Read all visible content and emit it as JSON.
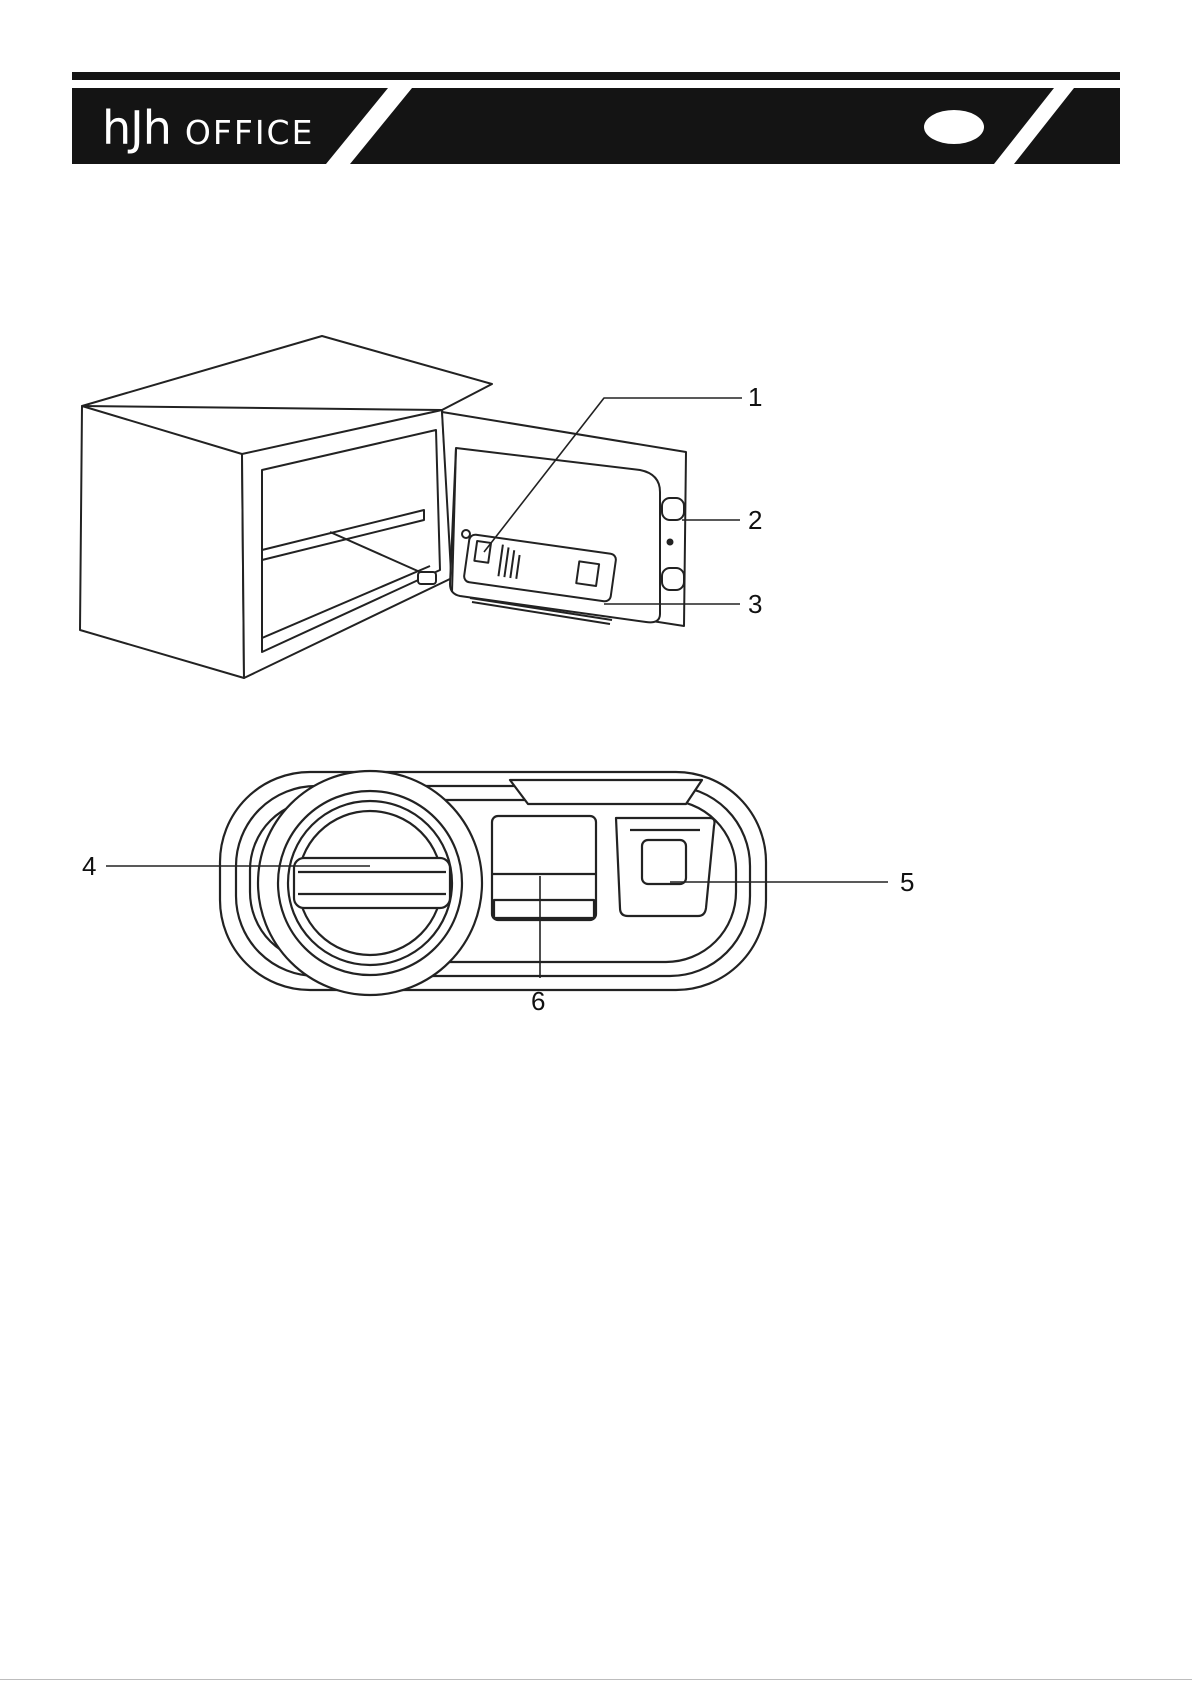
{
  "header": {
    "brand_mark": "hJh",
    "brand_word": "OFFICE"
  },
  "callouts": {
    "c1": "1",
    "c2": "2",
    "c3": "3",
    "c4": "4",
    "c5": "5",
    "c6": "6"
  },
  "colors": {
    "header_bar": "#141414",
    "ink": "#222222",
    "text": "#111111"
  }
}
